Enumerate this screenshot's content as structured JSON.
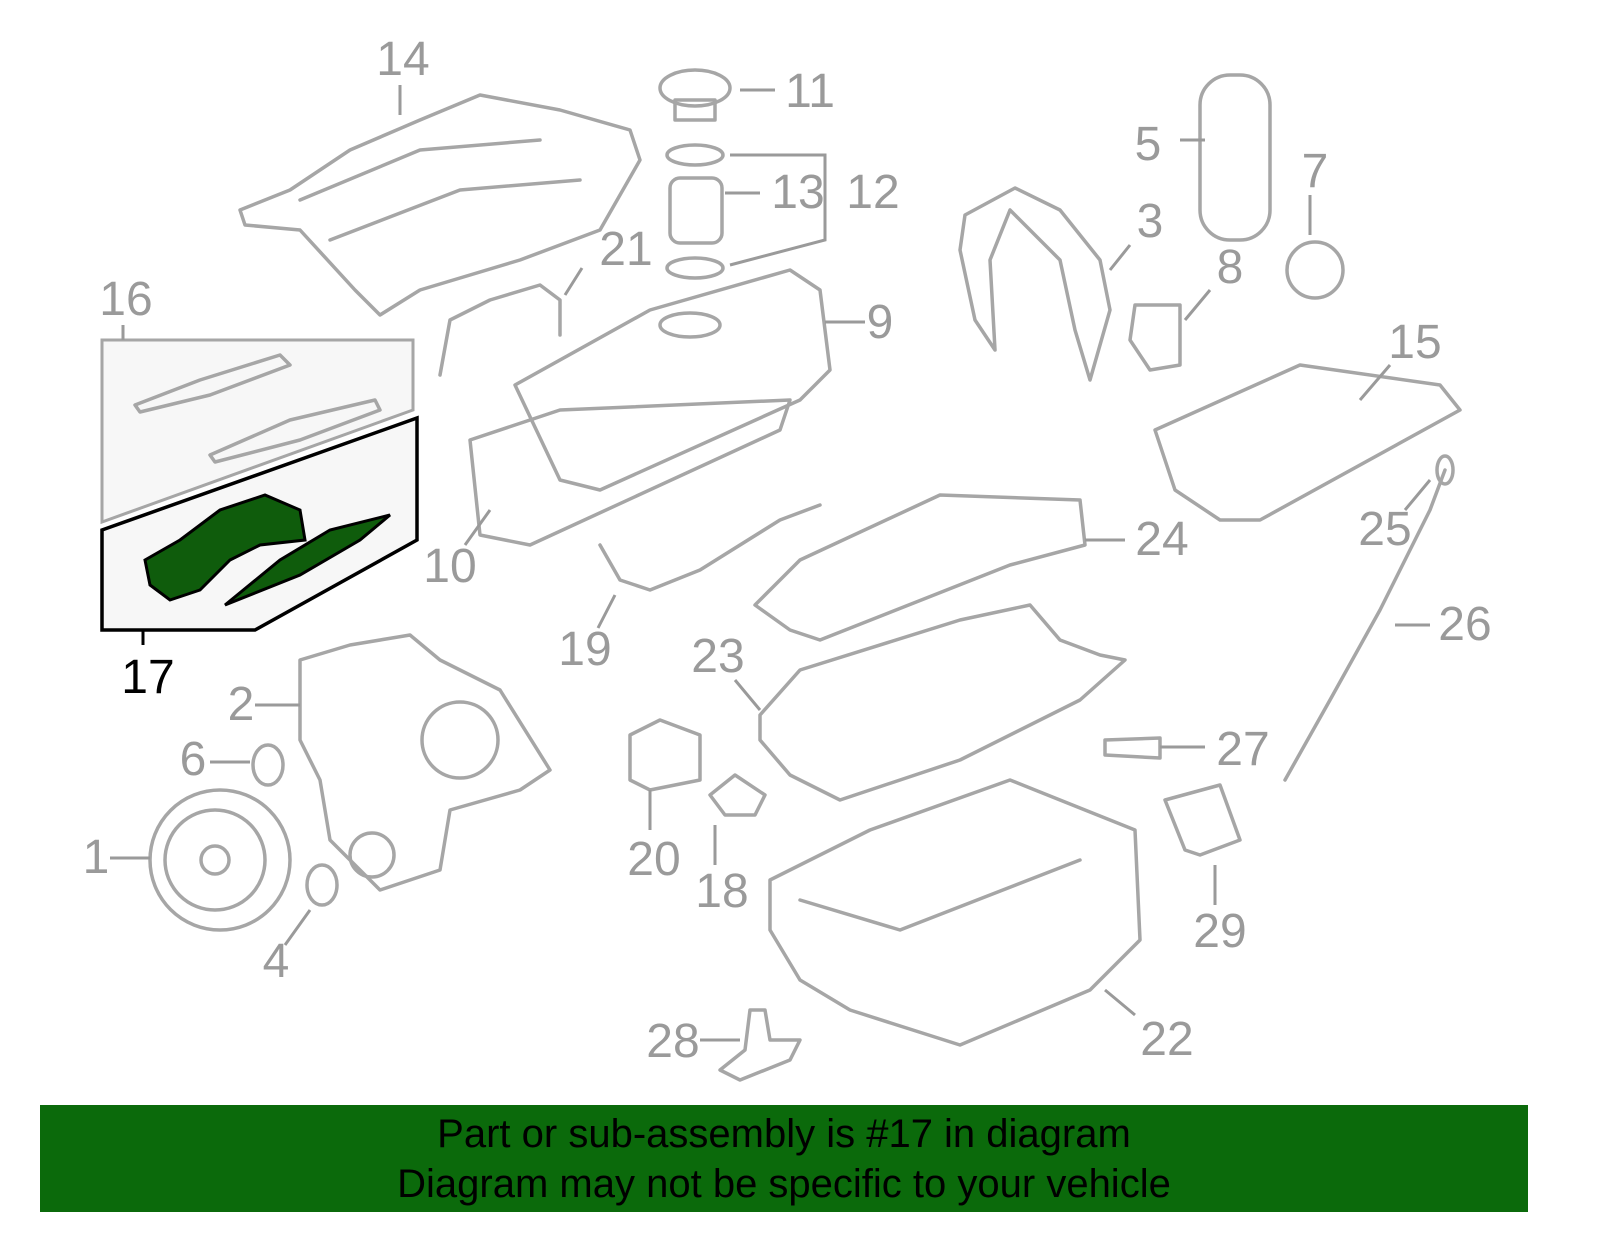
{
  "diagram": {
    "selected_callout": "17",
    "highlight_color": "#0f5c0c",
    "callouts": [
      {
        "id": "c1",
        "text": "1"
      },
      {
        "id": "c2",
        "text": "2"
      },
      {
        "id": "c3",
        "text": "3"
      },
      {
        "id": "c4",
        "text": "4"
      },
      {
        "id": "c5",
        "text": "5"
      },
      {
        "id": "c6",
        "text": "6"
      },
      {
        "id": "c7",
        "text": "7"
      },
      {
        "id": "c8",
        "text": "8"
      },
      {
        "id": "c9",
        "text": "9"
      },
      {
        "id": "c10",
        "text": "10"
      },
      {
        "id": "c11",
        "text": "11"
      },
      {
        "id": "c12",
        "text": "12"
      },
      {
        "id": "c13",
        "text": "13"
      },
      {
        "id": "c14",
        "text": "14"
      },
      {
        "id": "c15",
        "text": "15"
      },
      {
        "id": "c16",
        "text": "16"
      },
      {
        "id": "c17",
        "text": "17"
      },
      {
        "id": "c18",
        "text": "18"
      },
      {
        "id": "c19",
        "text": "19"
      },
      {
        "id": "c20",
        "text": "20"
      },
      {
        "id": "c21",
        "text": "21"
      },
      {
        "id": "c22",
        "text": "22"
      },
      {
        "id": "c23",
        "text": "23"
      },
      {
        "id": "c24",
        "text": "24"
      },
      {
        "id": "c25",
        "text": "25"
      },
      {
        "id": "c26",
        "text": "26"
      },
      {
        "id": "c27",
        "text": "27"
      },
      {
        "id": "c28",
        "text": "28"
      },
      {
        "id": "c29",
        "text": "29"
      }
    ]
  },
  "banner": {
    "line1": "Part or sub-assembly is #17 in diagram",
    "line2": "Diagram may not be specific to your vehicle",
    "color": "#0b6a0b"
  }
}
